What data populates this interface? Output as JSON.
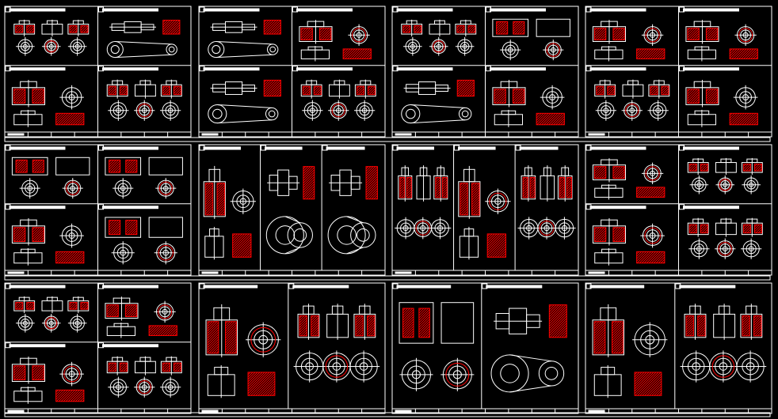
{
  "drawing": {
    "background": "#000000",
    "line_color": "#ffffff",
    "hatch_color": "#ff0000",
    "sheets": [
      {
        "label": "1",
        "kind": "quad"
      },
      {
        "label": "2",
        "kind": "quad"
      },
      {
        "label": "3",
        "kind": "quad"
      },
      {
        "label": "4",
        "kind": "quad"
      },
      {
        "label": "5",
        "kind": "quad"
      },
      {
        "label": "6",
        "kind": "tri"
      },
      {
        "label": "7",
        "kind": "tri"
      },
      {
        "label": "8",
        "kind": "quad"
      },
      {
        "label": "9",
        "kind": "quad"
      },
      {
        "label": "10",
        "kind": "dual"
      },
      {
        "label": "11",
        "kind": "dual"
      },
      {
        "label": "12",
        "kind": "dual"
      }
    ]
  }
}
